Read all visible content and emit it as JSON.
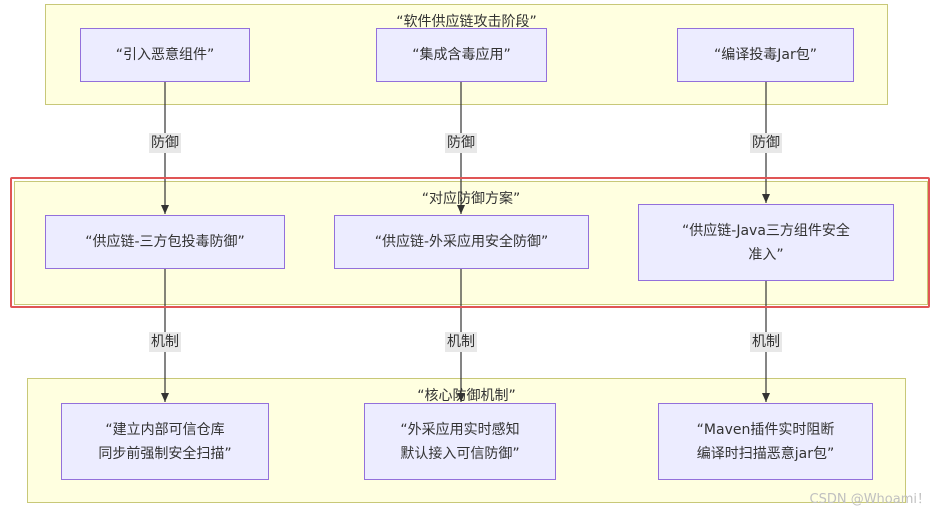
{
  "clusters": {
    "attack": {
      "title": "“软件供应链攻击阶段”"
    },
    "defense": {
      "title": "“对应防御方案”"
    },
    "mechanism": {
      "title": "“核心防御机制”"
    }
  },
  "nodes": {
    "a1": "“引入恶意组件”",
    "a2": "“集成含毒应用”",
    "a3": "“编译投毒Jar包”",
    "d1": "“供应链-三方包投毒防御”",
    "d2": "“供应链-外采应用安全防御”",
    "d3": "“供应链-Java三方组件安全\n准入”",
    "m1": "“建立内部可信仓库\n同步前强制安全扫描”",
    "m2": "“外采应用实时感知\n默认接入可信防御”",
    "m3": "“Maven插件实时阻断\n编译时扫描恶意jar包”"
  },
  "edge_labels": {
    "defense": "防御",
    "mechanism": "机制"
  },
  "colors": {
    "node_fill": "#ececff",
    "node_border": "#9370db",
    "cluster_fill": "#ffffe0",
    "highlight": "#e05555"
  },
  "watermark": "CSDN @Whoami！"
}
